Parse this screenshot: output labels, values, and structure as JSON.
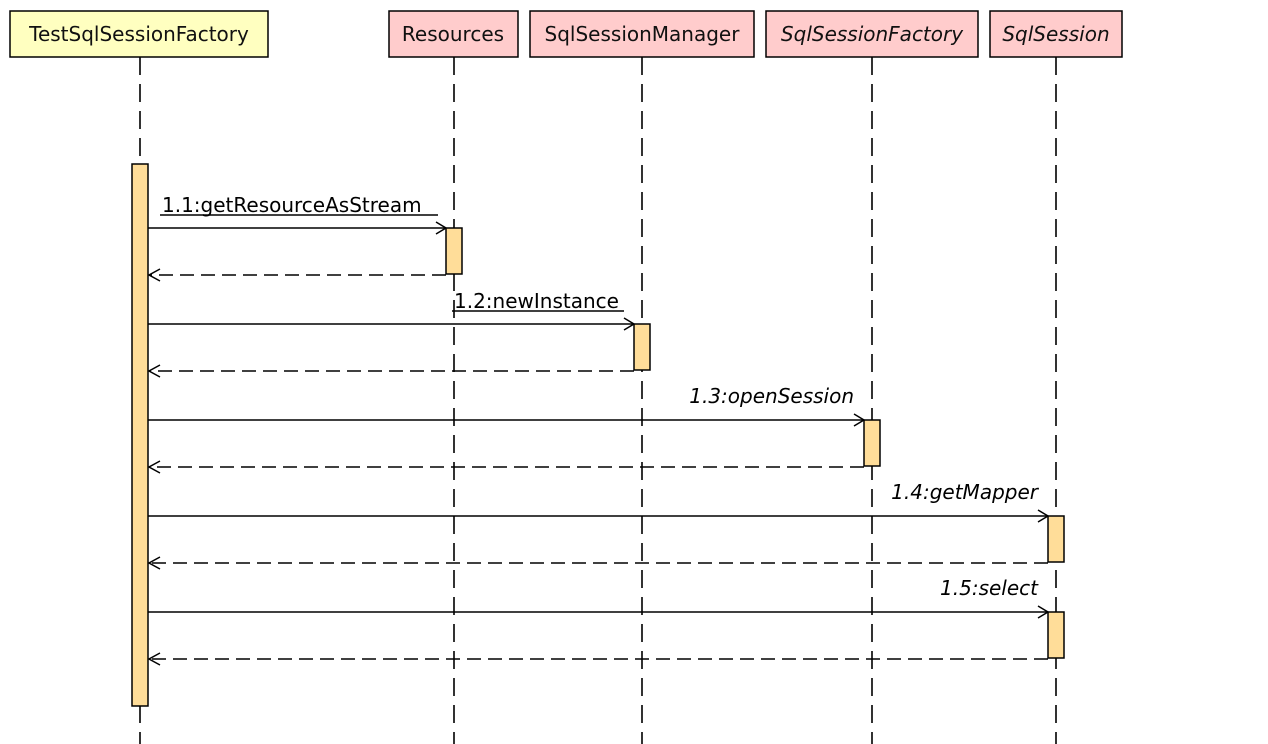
{
  "diagram": {
    "type": "sequence",
    "colors": {
      "background": "#ffffff",
      "driver_fill": "#ffffc0",
      "participant_fill": "#ffcccc",
      "activation_fill": "#ffdd99",
      "line": "#000000"
    },
    "participants": [
      {
        "label": "TestSqlSessionFactory",
        "kind": "driver",
        "italic": false
      },
      {
        "label": "Resources",
        "kind": "class",
        "italic": false
      },
      {
        "label": "SqlSessionManager",
        "kind": "class",
        "italic": false
      },
      {
        "label": "SqlSessionFactory",
        "kind": "interface",
        "italic": true
      },
      {
        "label": "SqlSession",
        "kind": "interface",
        "italic": true
      }
    ],
    "messages": [
      {
        "label": "1.1:getResourceAsStream",
        "from": 0,
        "to": 1,
        "italic": false,
        "underline": true
      },
      {
        "label": "1.2:newInstance",
        "from": 0,
        "to": 2,
        "italic": false,
        "underline": true
      },
      {
        "label": "1.3:openSession",
        "from": 0,
        "to": 3,
        "italic": true,
        "underline": false
      },
      {
        "label": "1.4:getMapper",
        "from": 0,
        "to": 4,
        "italic": true,
        "underline": false
      },
      {
        "label": "1.5:select",
        "from": 0,
        "to": 4,
        "italic": true,
        "underline": false
      }
    ]
  }
}
